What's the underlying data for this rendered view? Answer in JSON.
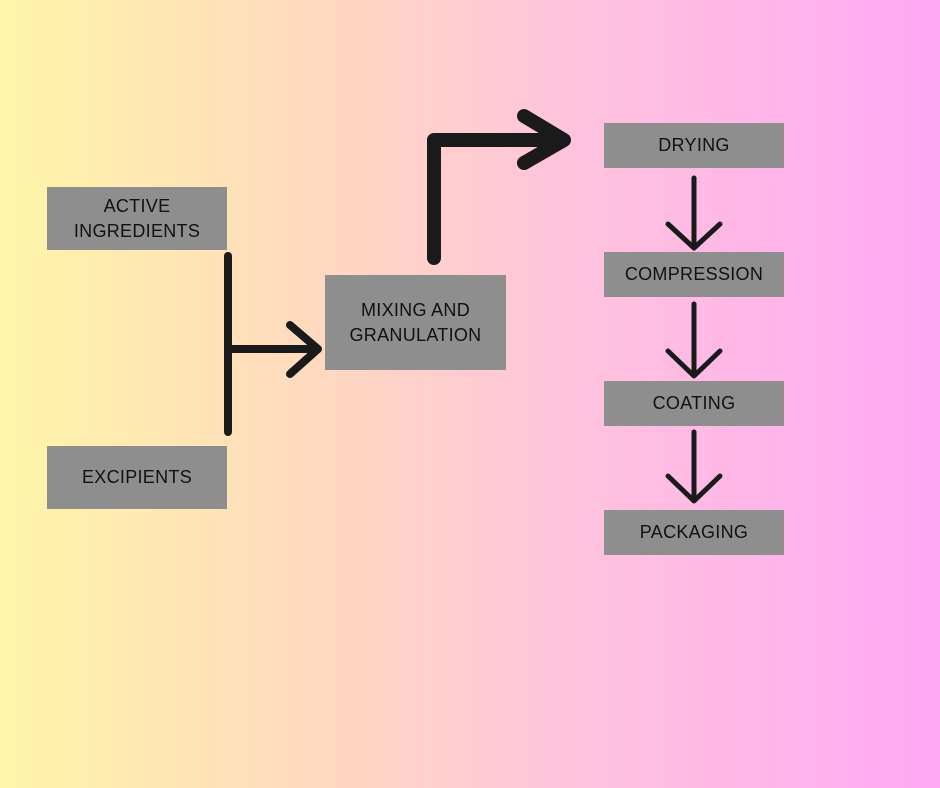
{
  "diagram": {
    "nodes": {
      "active_ingredients": "ACTIVE\nINGREDIENTS",
      "excipients": "EXCIPIENTS",
      "mixing": "MIXING AND\nGRANULATION",
      "drying": "DRYING",
      "compression": "COMPRESSION",
      "coating": "COATING",
      "packaging": "PACKAGING"
    },
    "edges": [
      {
        "from": "active_ingredients",
        "to": "mixing"
      },
      {
        "from": "excipients",
        "to": "mixing"
      },
      {
        "from": "mixing",
        "to": "drying"
      },
      {
        "from": "drying",
        "to": "compression"
      },
      {
        "from": "compression",
        "to": "coating"
      },
      {
        "from": "coating",
        "to": "packaging"
      }
    ],
    "colors": {
      "box": "#8e8e8e",
      "text": "#111111",
      "arrow": "#1a1a1a",
      "gradient_left": "#fff5a8",
      "gradient_right": "#ffa8f4"
    }
  }
}
